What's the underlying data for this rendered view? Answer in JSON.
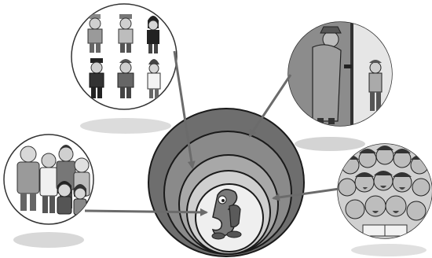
{
  "diagram": {
    "kind": "nested-circles-with-image-bubbles",
    "style": "grayscale clip-art",
    "rings": [
      {
        "level": 1,
        "fill": "#6e6e6e"
      },
      {
        "level": 2,
        "fill": "#8a8a8a"
      },
      {
        "level": 3,
        "fill": "#a8a8a8"
      },
      {
        "level": 4,
        "fill": "#cfcfcf"
      },
      {
        "level": 5,
        "fill": "#efefef"
      }
    ],
    "center_figure_icon": "cartoon-letter-character-icon",
    "bubbles": [
      {
        "name": "bubble-professions",
        "icon": "professions-group-icon",
        "figure_count": 6
      },
      {
        "name": "bubble-eavesdropping",
        "icon": "man-listening-at-door-icon"
      },
      {
        "name": "bubble-family",
        "icon": "family-group-icon"
      },
      {
        "name": "bubble-children-crowd",
        "icon": "happy-children-crowd-icon"
      }
    ],
    "arrow_color": "#6b6b6b",
    "shadow_color": "#d9d9d9"
  }
}
